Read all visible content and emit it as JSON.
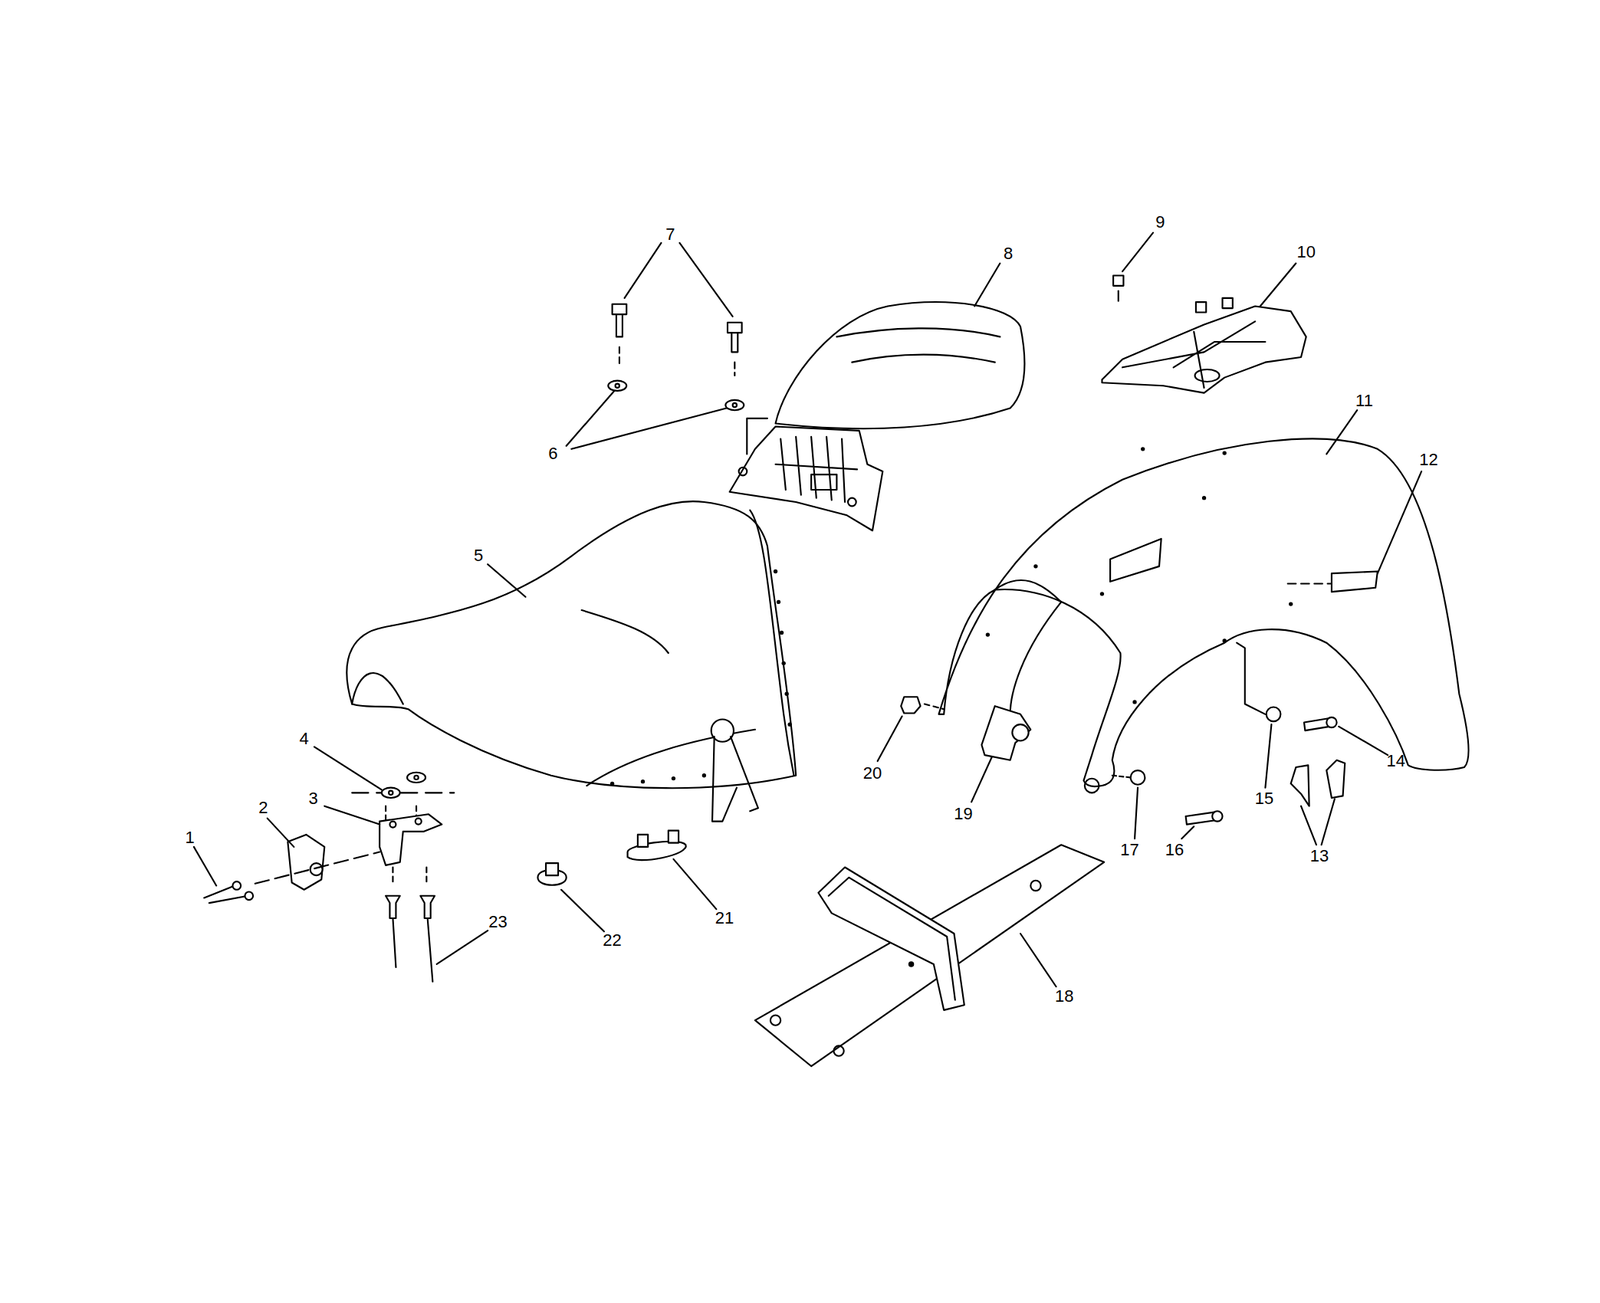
{
  "diagram": {
    "labels": [
      "9",
      "7",
      "10",
      "8",
      "11",
      "6",
      "12",
      "5",
      "4",
      "14",
      "20",
      "3",
      "15",
      "2",
      "19",
      "1",
      "17",
      "16",
      "13",
      "21",
      "23",
      "22",
      "18"
    ]
  }
}
